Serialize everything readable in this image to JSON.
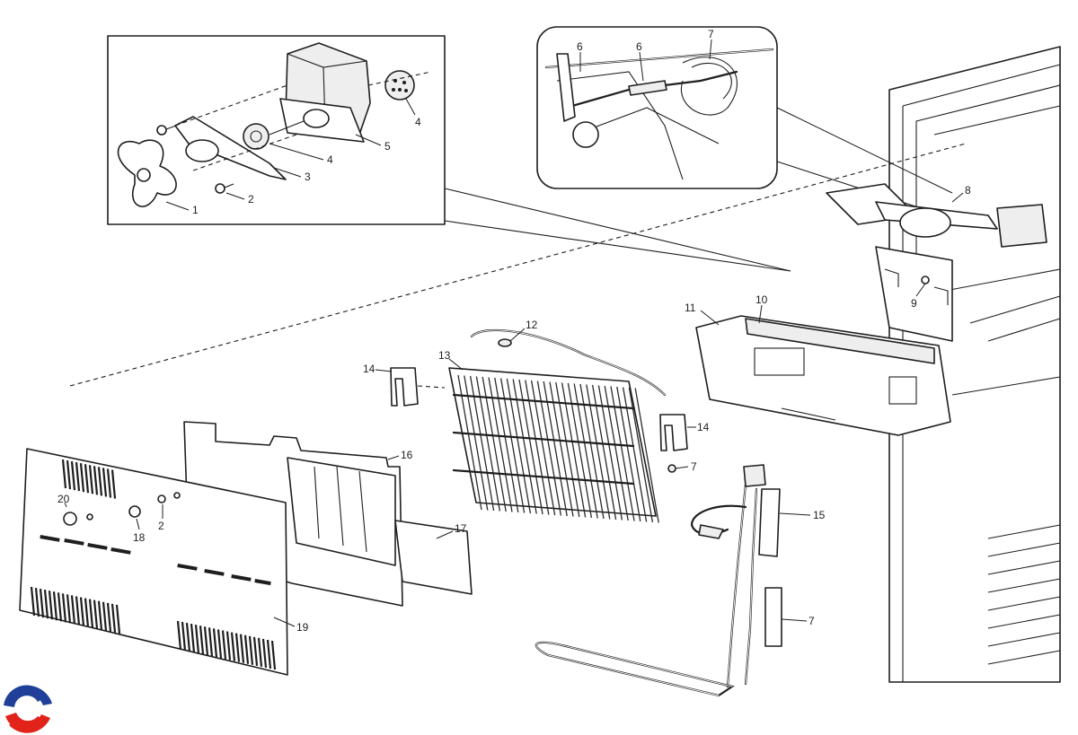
{
  "callouts": {
    "inset_fan": [
      "1",
      "2",
      "3",
      "4",
      "5",
      "4"
    ],
    "inset_heater": [
      "6",
      "6",
      "7"
    ],
    "main": [
      "8",
      "9",
      "10",
      "11",
      "12",
      "13",
      "14",
      "14",
      "7",
      "15",
      "16",
      "17",
      "7",
      "20",
      "18",
      "2",
      "19"
    ]
  },
  "logo": {
    "colors": [
      "#1f3f99",
      "#e2231a"
    ],
    "icon": "swirl-logo-icon"
  }
}
